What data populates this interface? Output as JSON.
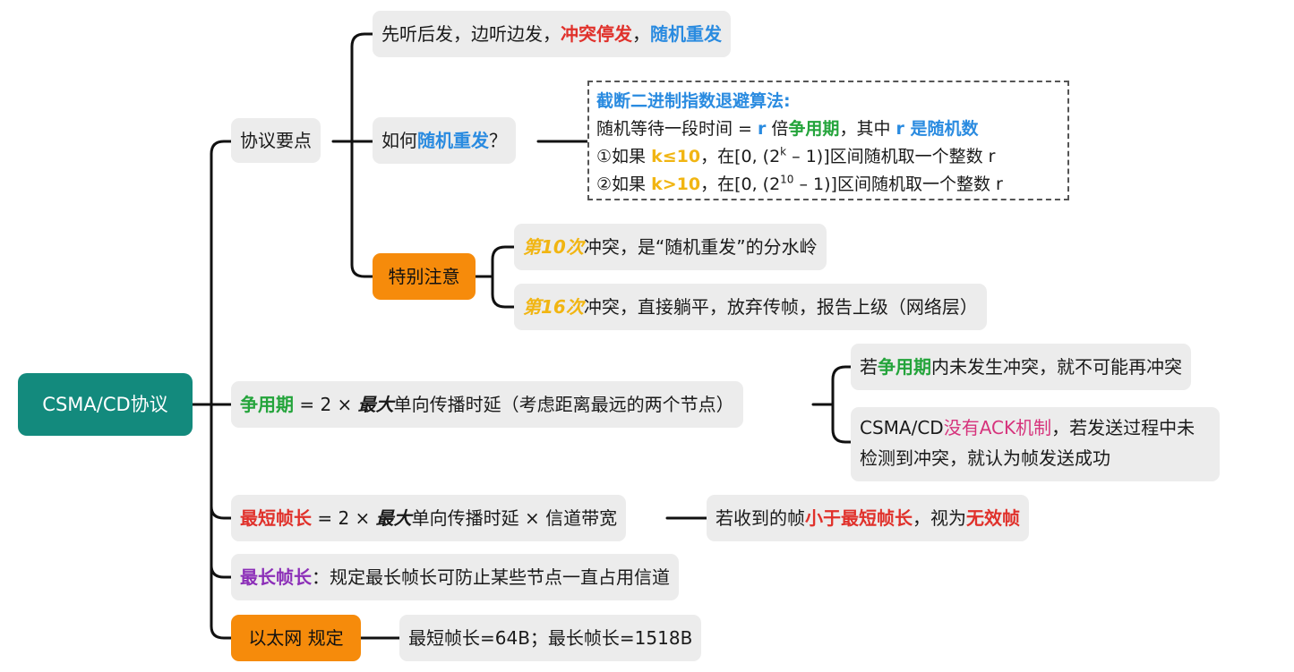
{
  "watermark": "",
  "root": {
    "label": "CSMA/CD协议"
  },
  "protocol_points": {
    "label": "协议要点",
    "first": {
      "a": "先听后发，边听边发，",
      "b": "冲突停发",
      "c": "，",
      "d": "随机重发"
    },
    "how": {
      "a": "如何",
      "b": "随机重发",
      "c": "？"
    },
    "algorithm": {
      "title": "截断二进制指数退避算法:",
      "line1": {
        "a": "随机等待一段时间 = ",
        "b": "r",
        "c": " 倍",
        "d": "争用期",
        "e": "，其中 ",
        "f": "r 是随机数"
      },
      "line2": {
        "a": "①如果 ",
        "b": "k≤10",
        "c": "，在[0, (2",
        "sup": "k",
        "d": " – 1)]区间随机取一个整数 r"
      },
      "line3": {
        "a": "②如果 ",
        "b": "k>10",
        "c": "，在[0, (2",
        "sup": "10",
        "d": " – 1)]区间随机取一个整数 r"
      }
    },
    "special": {
      "label": "特别注意",
      "item1": {
        "a": "第10次",
        "b": "冲突，是“随机重发”的分水岭"
      },
      "item2": {
        "a": "第16次",
        "b": "冲突，直接躺平，放弃传帧，报告上级（网络层）"
      }
    }
  },
  "contention": {
    "a": "争用期",
    "b": " = 2 × ",
    "c": "最大",
    "d": "单向传播时延（考虑距离最远的两个节点）",
    "note1": {
      "a": "若",
      "b": "争用期",
      "c": "内未发生冲突，就不可能再冲突"
    },
    "note2": {
      "a": "CSMA/CD",
      "b": "没有ACK机制",
      "c": "，若发送过程中未检测到冲突，就认为帧发送成功"
    }
  },
  "min_frame": {
    "a": "最短帧长",
    "b": " = 2 × ",
    "c": "最大",
    "d": "单向传播时延 × 信道带宽",
    "note": {
      "a": "若收到的帧",
      "b": "小于最短帧长",
      "c": "，视为",
      "d": "无效帧"
    }
  },
  "max_frame": {
    "a": "最长帧长",
    "b": "：规定最长帧长可防止某些节点一直占用信道"
  },
  "ethernet": {
    "label": "以太网 规定",
    "value": "最短帧长=64B；最长帧长=1518B"
  },
  "colors": {
    "root": "#138a7d",
    "orange": "#f68b0b",
    "red": "#e0312b",
    "blue": "#2a8be0",
    "green": "#24a43b",
    "purple": "#8c2fb8",
    "pink": "#d6337c",
    "yellow": "#f1b512"
  }
}
